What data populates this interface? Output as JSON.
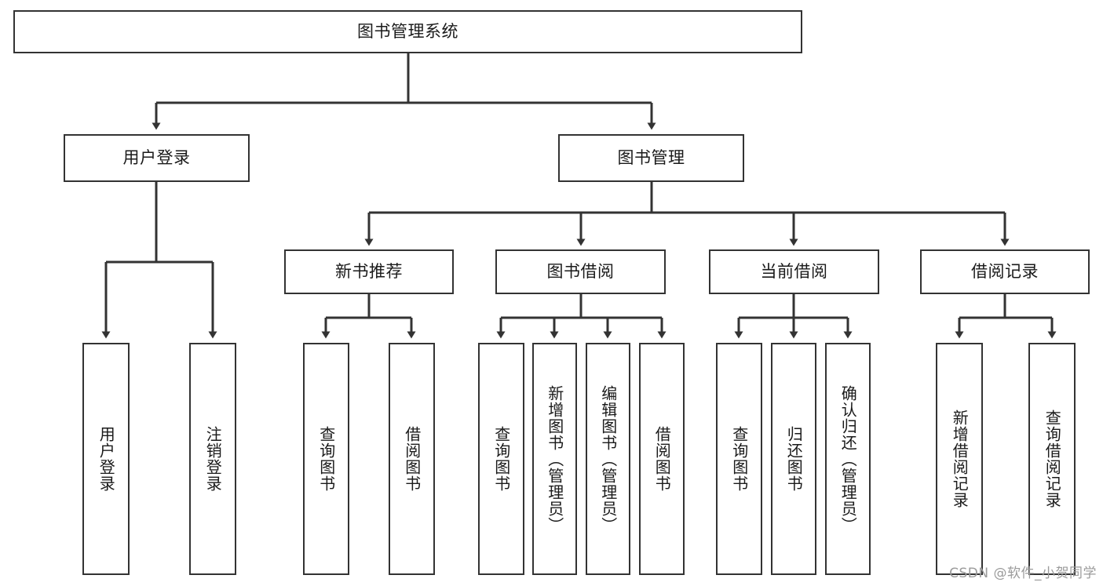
{
  "diagram": {
    "title": "图书管理系统",
    "type": "tree-hierarchy-diagram",
    "root": {
      "id": "root",
      "label": "图书管理系统"
    },
    "level2": [
      {
        "id": "user-login",
        "label": "用户登录"
      },
      {
        "id": "book-management",
        "label": "图书管理"
      }
    ],
    "level3": [
      {
        "id": "new-book-recommend",
        "label": "新书推荐"
      },
      {
        "id": "book-borrow",
        "label": "图书借阅"
      },
      {
        "id": "current-borrow",
        "label": "当前借阅"
      },
      {
        "id": "borrow-record",
        "label": "借阅记录"
      }
    ],
    "leaves": {
      "user_login": [
        {
          "id": "leaf-user-login",
          "label": "用户登录"
        },
        {
          "id": "leaf-logout-login",
          "label": "注销登录"
        }
      ],
      "new_book_recommend": [
        {
          "id": "leaf-query-book-1",
          "label": "查询图书"
        },
        {
          "id": "leaf-borrow-book-1",
          "label": "借阅图书"
        }
      ],
      "book_borrow": [
        {
          "id": "leaf-query-book-2",
          "label": "查询图书"
        },
        {
          "id": "leaf-add-book",
          "label": "新增图书（管理员）"
        },
        {
          "id": "leaf-edit-book",
          "label": "编辑图书（管理员）"
        },
        {
          "id": "leaf-borrow-book-2",
          "label": "借阅图书"
        }
      ],
      "current_borrow": [
        {
          "id": "leaf-query-book-3",
          "label": "查询图书"
        },
        {
          "id": "leaf-return-book",
          "label": "归还图书"
        },
        {
          "id": "leaf-confirm-return",
          "label": "确认归还（管理员）"
        }
      ],
      "borrow_record": [
        {
          "id": "leaf-add-record",
          "label": "新增借阅记录"
        },
        {
          "id": "leaf-query-record",
          "label": "查询借阅记录"
        }
      ]
    }
  },
  "watermark": {
    "text": "CSDN @软件_小贺同学"
  },
  "colors": {
    "stroke": "#333333",
    "box_fill": "#ffffff",
    "text": "#1a1a1a",
    "watermark": "#9b9b9b",
    "background": "#ffffff"
  }
}
